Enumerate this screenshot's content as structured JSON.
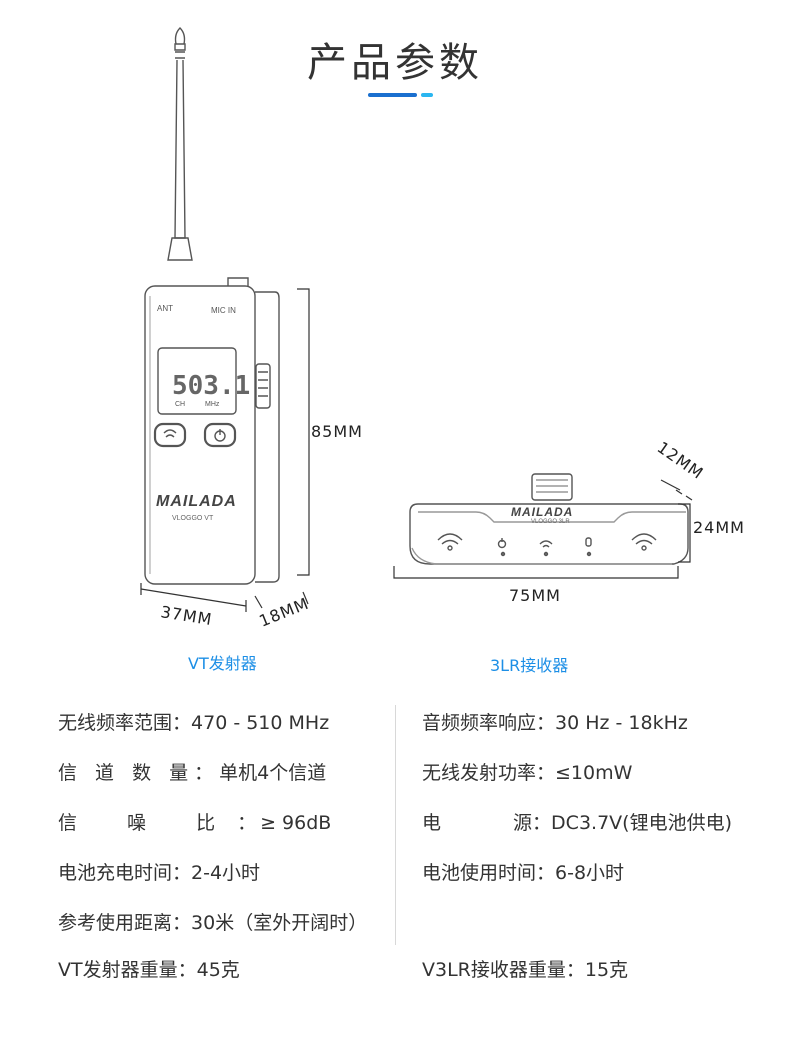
{
  "page": {
    "title": "产品参数",
    "accent_color": "#1a6fcf",
    "accent_color_2": "#2ab6f0"
  },
  "transmitter": {
    "caption": "VT发射器",
    "ant_label": "ANT",
    "mic_label": "MIC IN",
    "lcd_value": "503.1",
    "lcd_ch": "CH",
    "lcd_mhz": "MHz",
    "brand": "MAILADA",
    "model": "VLOGGO VT",
    "dim_height": "85MM",
    "dim_width": "37MM",
    "dim_depth": "18MM"
  },
  "receiver": {
    "caption": "3LR接收器",
    "brand": "MAILADA",
    "model": "VLOGGO 3LR",
    "dim_width": "75MM",
    "dim_height": "24MM",
    "dim_depth": "12MM"
  },
  "specs": {
    "left": [
      {
        "label": "无线频率范围：",
        "value": "470 - 510 MHz"
      },
      {
        "label": "信 道 数 量：",
        "value": "单机4个信道"
      },
      {
        "label": "信 噪 比：",
        "value": "≥ 96dB"
      },
      {
        "label": "电池充电时间：",
        "value": "2-4小时"
      },
      {
        "label": "参考使用距离：",
        "value": "30米（室外开阔时）"
      },
      {
        "label": "VT发射器重量：",
        "value": "45克"
      }
    ],
    "right": [
      {
        "label": "音频频率响应：",
        "value": "30 Hz - 18kHz"
      },
      {
        "label": "无线发射功率：",
        "value": "≤10mW"
      },
      {
        "label": "电 源：",
        "value": "DC3.7V(锂电池供电)"
      },
      {
        "label": "电池使用时间：",
        "value": "6-8小时"
      },
      {
        "label": "V3LR接收器重量：",
        "value": "15克"
      }
    ]
  }
}
